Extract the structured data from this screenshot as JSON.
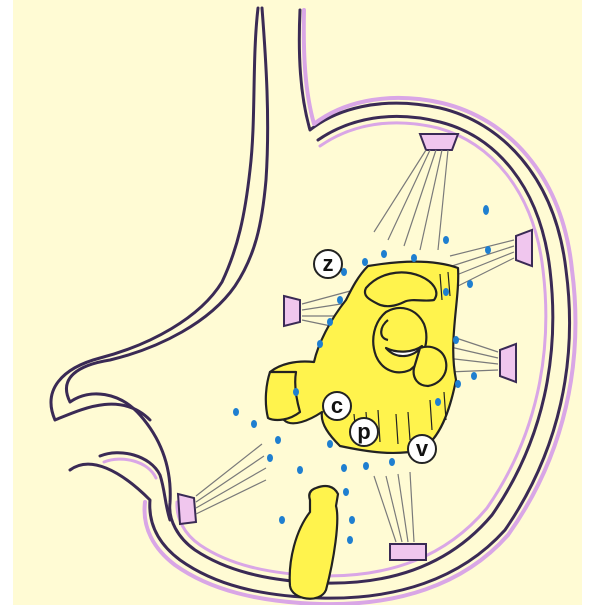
{
  "colors": {
    "background": "#fffbd4",
    "wall": "#d9a6e6",
    "outline": "#3a2a55",
    "food": "#fff34d",
    "drops": "#1f7fd0"
  },
  "labels": {
    "z": "z",
    "c": "c",
    "p": "p",
    "v": "v"
  }
}
